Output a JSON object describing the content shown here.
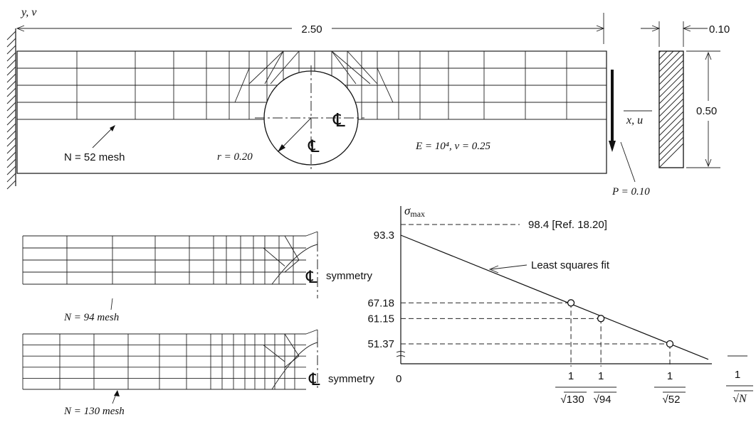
{
  "labels": {
    "y_axis": "y, v",
    "length": "2.50",
    "thickness": "0.10",
    "height": "0.50",
    "x_axis": "x, u",
    "mesh52": "N = 52 mesh",
    "radius": "r = 0.20",
    "material": "E = 10⁴, ν = 0.25",
    "load": "P = 0.10",
    "mesh94": "N = 94 mesh",
    "mesh130": "N = 130 mesh",
    "symmetry_1": "symmetry",
    "symmetry_2": "symmetry",
    "centerline_symbol": "℄"
  },
  "chart_data": {
    "type": "line",
    "ylabel": "σ_max",
    "xlabel": "1/√N",
    "y_intercept": 93.3,
    "reference": {
      "value": 98.4,
      "label": "98.4 [Ref. 18.20]"
    },
    "fit_label": "Least squares fit",
    "origin_label": "0",
    "points": [
      {
        "N": 130,
        "y": 67.18,
        "xlabel": "1/√130"
      },
      {
        "N": 94,
        "y": 61.15,
        "xlabel": "1/√94"
      },
      {
        "N": 52,
        "y": 51.37,
        "xlabel": "1/√52"
      }
    ],
    "y_ticks": [
      "93.3",
      "67.18",
      "61.15",
      "51.37"
    ]
  }
}
